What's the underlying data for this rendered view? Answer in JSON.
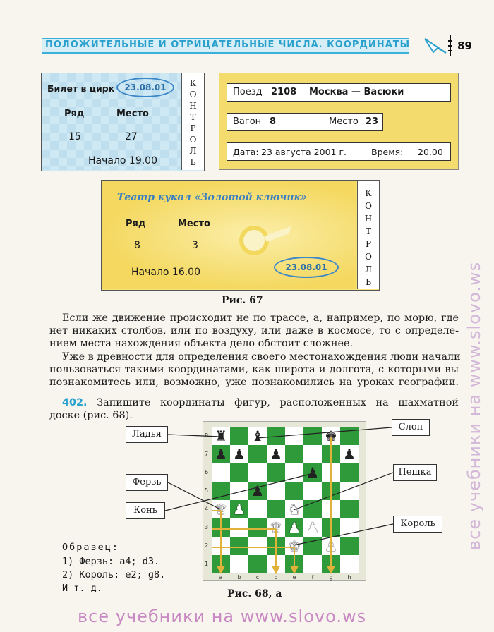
{
  "header": {
    "title": "ПОЛОЖИТЕЛЬНЫЕ И ОТРИЦАТЕЛЬНЫЕ ЧИСЛА. КООРДИНАТЫ",
    "page_number": "89"
  },
  "circus_ticket": {
    "title": "Билет в цирк",
    "date": "23.08.01",
    "row_label": "Ряд",
    "seat_label": "Место",
    "row": "15",
    "seat": "27",
    "start": "Начало 19.00",
    "stub_letters": [
      "К",
      "О",
      "Н",
      "Т",
      "Р",
      "О",
      "Л",
      "Ь"
    ]
  },
  "train_ticket": {
    "line1": {
      "train_label": "Поезд",
      "train": "2108",
      "route": "Москва — Васюки"
    },
    "line2": {
      "car_label": "Вагон",
      "car": "8",
      "seat_label": "Место",
      "seat": "23"
    },
    "line3": {
      "date_label": "Дата:",
      "date": "23 августа 2001 г.",
      "time_label": "Время:",
      "time": "20.00"
    }
  },
  "theater_ticket": {
    "title": "Театр кукол «Золотой ключик»",
    "row_label": "Ряд",
    "seat_label": "Место",
    "row": "8",
    "seat": "3",
    "start": "Начало 16.00",
    "date": "23.08.01",
    "stub_letters": [
      "К",
      "О",
      "Н",
      "Т",
      "Р",
      "О",
      "Л",
      "Ь"
    ]
  },
  "fig67": "Рис. 67",
  "paragraph1": [
    "Если же движение происходит не по трассе, а, например, по морю, где",
    "нет никаких столбов, или по воздуху, или даже в космосе, то с определе-",
    "нием места нахождения объекта дело обстоит сложнее."
  ],
  "paragraph2": [
    "Уже в древности для определения своего местонахождения люди начали",
    "пользоваться такими координатами, как широта и долгота, с которыми вы",
    "познакомитесь или, возможно, уже познакомились на уроках географии."
  ],
  "task": {
    "number": "402.",
    "line1": "Запишите координаты фигур, расположенных на шахматной",
    "line2": "доске (рис. 68)."
  },
  "chess": {
    "files": [
      "a",
      "b",
      "c",
      "d",
      "e",
      "f",
      "g",
      "h"
    ],
    "ranks": [
      "8",
      "7",
      "6",
      "5",
      "4",
      "3",
      "2",
      "1"
    ],
    "labels": {
      "rook": "Ладья",
      "queen": "Ферзь",
      "knight": "Конь",
      "bishop": "Слон",
      "pawn": "Пешка",
      "king": "Король"
    },
    "caption": "Рис. 68, а"
  },
  "sample": {
    "title": "Образец:",
    "line1": "1) Ферзь: a4; d3.",
    "line2": "2) Король: e2; g8.",
    "line3": "И т. д."
  },
  "watermark": {
    "bottom": "все учебники на www.slovo.ws",
    "side": "все учебники на www.slovo.ws"
  }
}
